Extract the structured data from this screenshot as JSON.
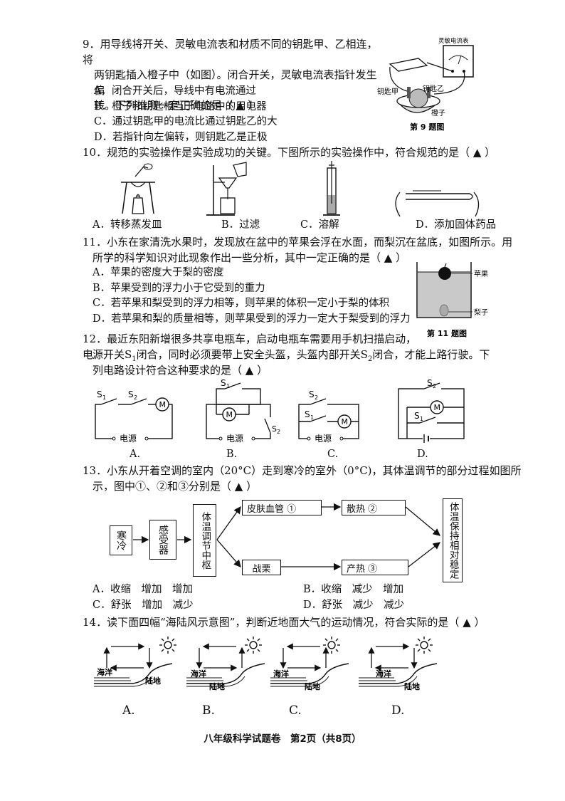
{
  "q9": {
    "stem1": "9．用导线将开关、灵敏电流表和材质不同的钥匙甲、乙相连，将",
    "stem2": "两钥匙插入橙子中（如图）。闭合开关，灵敏电流表指针发生偏",
    "stem3": "转。下列推测一定正确的是（ ▲ ）",
    "options": [
      "A．闭合开关后，导线中有电流通过",
      "B．橙子和钥匙相当于电路中的用电器",
      "C．通过钥匙甲的电流比通过钥匙乙的大",
      "D．若指针向左偏转，则钥匙乙是正极"
    ],
    "fig_labels": {
      "meter": "灵敏电流表",
      "keyA": "钥匙甲",
      "keyB": "钥匙乙",
      "orange": "橙子"
    },
    "caption": "第 9 题图"
  },
  "q10": {
    "stem": "10．规范的实验操作是实验成功的关键。下图所示的实验操作中，符合规范的是（ ▲ ）",
    "options": [
      "A．转移蒸发皿",
      "B．过滤",
      "C．溶解",
      "D．添加固体药品"
    ]
  },
  "q11": {
    "stem1": "11．小东在家清洗水果时，发现放在盆中的苹果会浮在水面，而梨沉在盆底，如图所示。用",
    "stem2": "所学的科学知识对此现象作出一些分析，其中一定正确的是（ ▲ ）",
    "options": [
      "A．苹果的密度大于梨的密度",
      "B．苹果受到的浮力小于它受到的重力",
      "C．若苹果和梨受到的浮力相等，则苹果的体积一定小于梨的体积",
      "D．若苹果和梨的质量相等，则苹果受到的浮力一定大于梨受到的浮力"
    ],
    "fig_labels": {
      "apple": "苹果",
      "pear": "梨子"
    },
    "caption": "第 11 题图"
  },
  "q12": {
    "stem1": "12．最近东阳新增很多共享电瓶车，启动电瓶车需要用手机扫描启动，电",
    "stem2a": "源开关S",
    "sub1": "1",
    "stem2b": "闭合，同时必须要带上安全头盔，头盔内部开关S",
    "sub2": "2",
    "stem2c": "闭合，才能上路行驶。下",
    "stem3": "列电路设计符合这种要求的是（ ▲ ）",
    "circuit_labels": {
      "s1": "S",
      "s2": "S",
      "one": "1",
      "two": "2",
      "motor": "M",
      "power": "电源"
    },
    "options": [
      "A.",
      "B.",
      "C.",
      "D."
    ]
  },
  "q13": {
    "stem1": "13．小东从开着空调的室内（20°C）走到寒冷的室外（0°C)，其体温调节的部分过程如图所",
    "stem2": "示，图中①、②和③分别是（ ▲ ）",
    "boxes": {
      "cold": "寒冷",
      "receptor": "感受器",
      "center": "体温调节中枢",
      "skin": "皮肤血管 ①",
      "heat_loss": "散热 ②",
      "shiver": "战栗",
      "heat_gen": "产热 ③",
      "stable": "体温保持相对稳定"
    },
    "options": [
      "A．收缩　增加　增加",
      "B．收缩　减少　增加",
      "C．舒张　增加　减少",
      "D．舒张　减少　减少"
    ]
  },
  "q14": {
    "stem": "14．读下面四幅“海陆风示意图”，判断近地面大气的运动情况，符合实际的是（ ▲ ）",
    "sea": "海洋",
    "land": "陆地",
    "options": [
      "A.",
      "B.",
      "C.",
      "D."
    ]
  },
  "footer": "八年级科学试题卷　第2页（共8页）"
}
